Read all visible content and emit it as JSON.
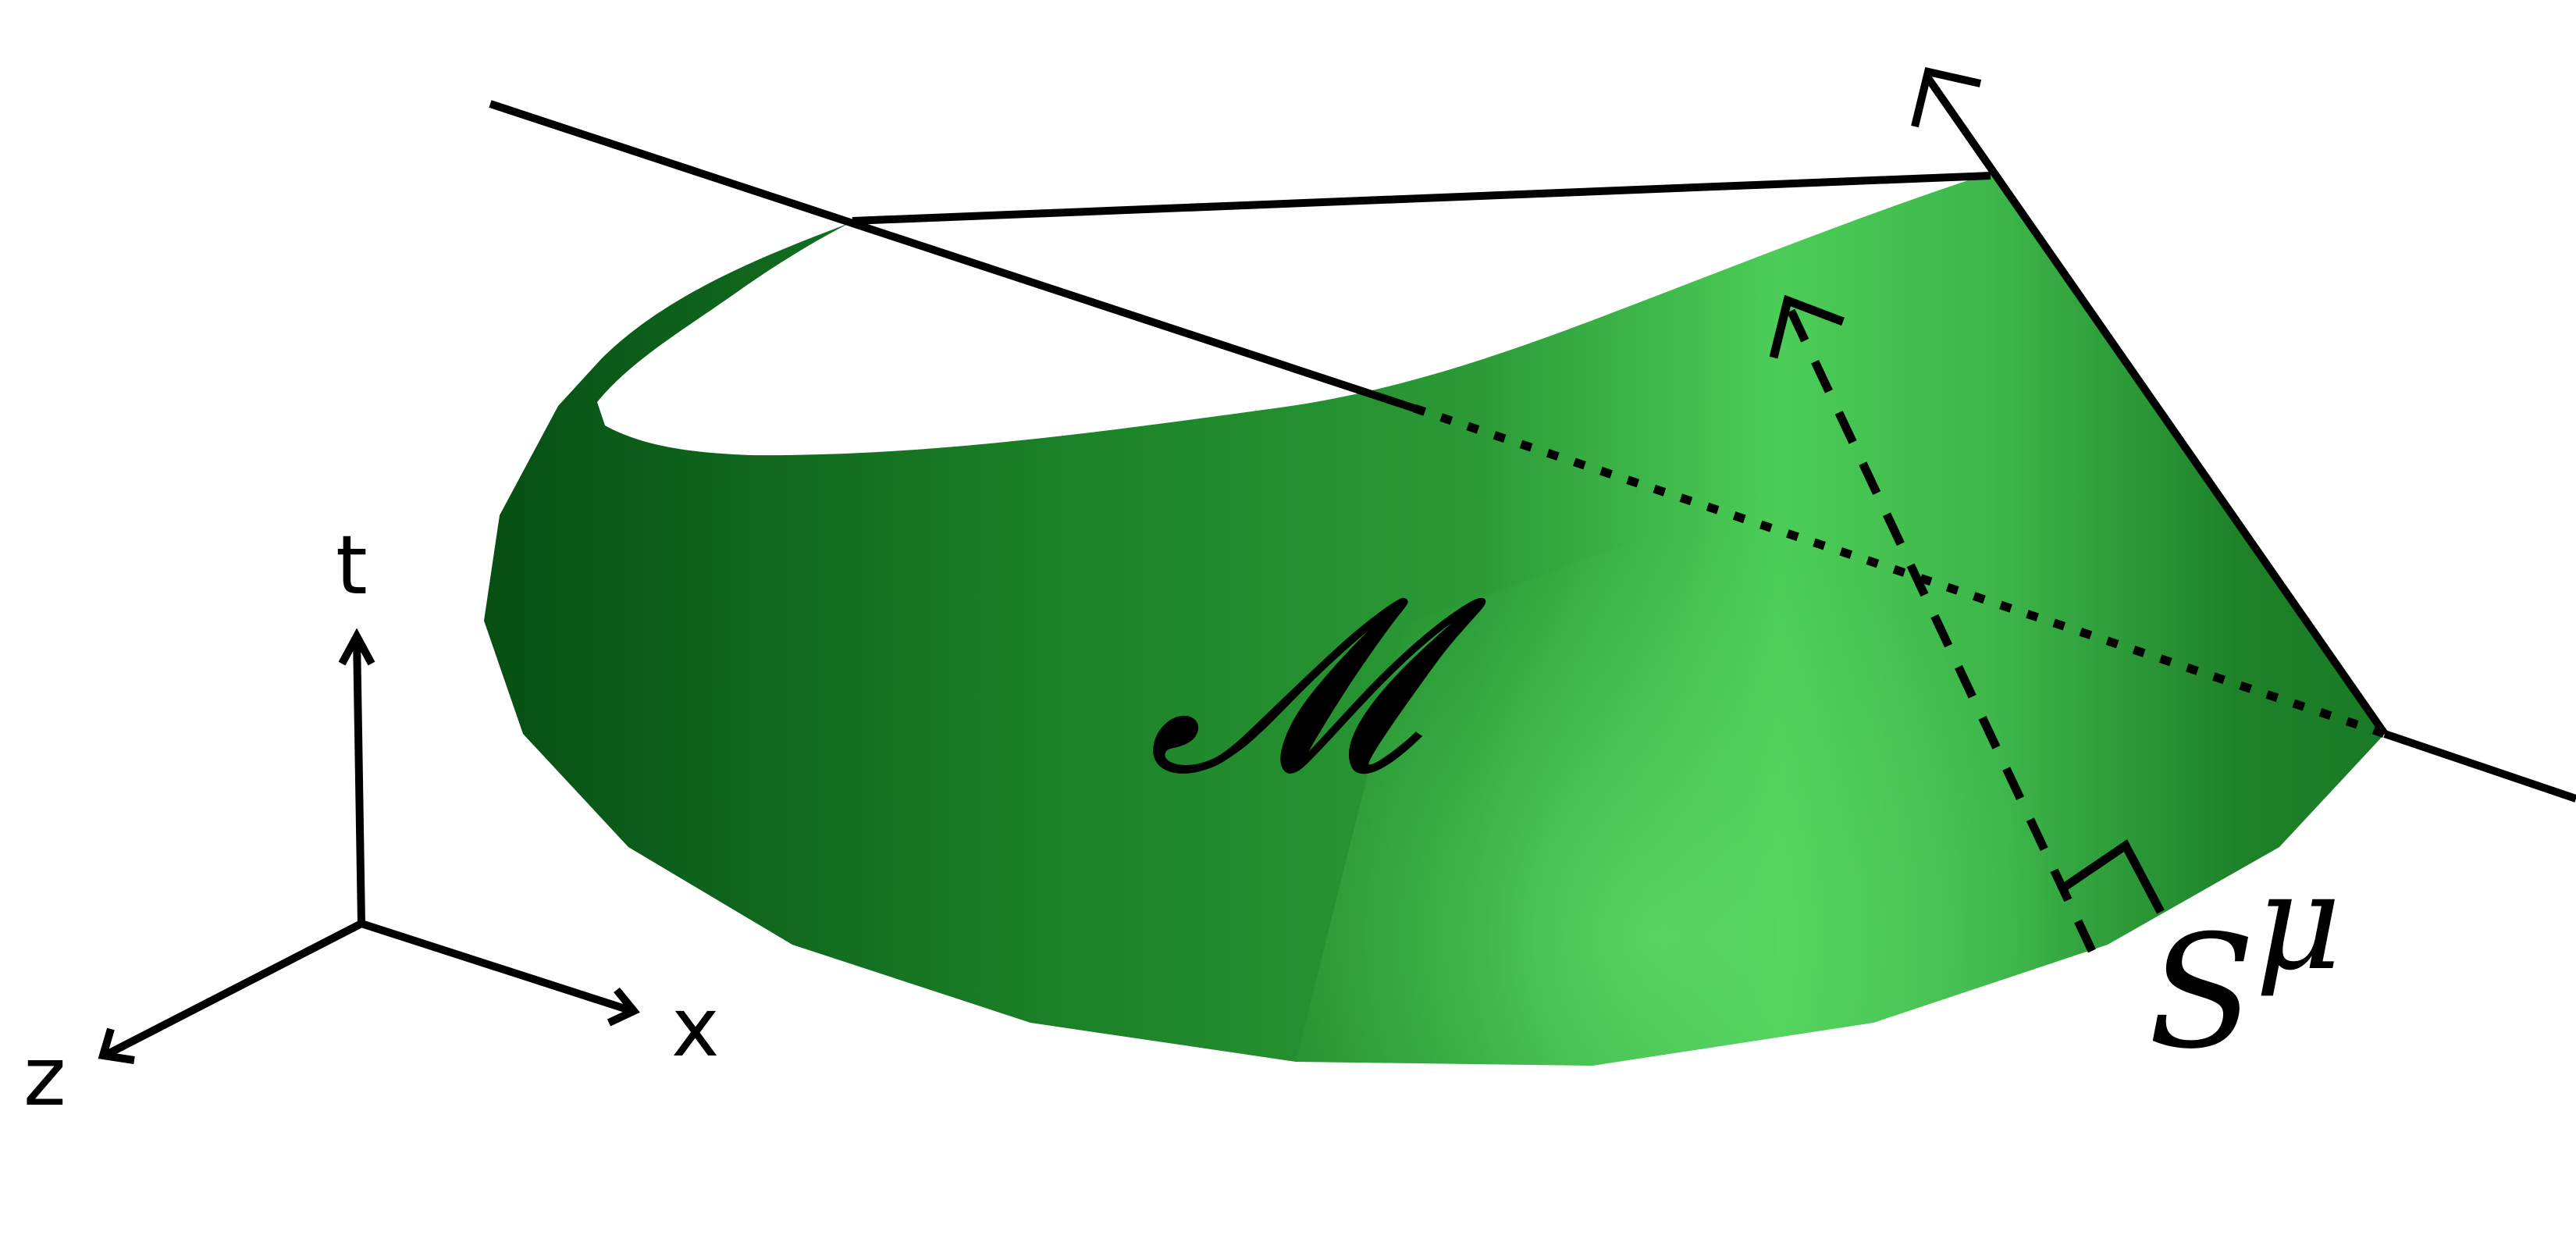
{
  "labels": {
    "manifold": "𝓜",
    "vector_base": "S",
    "vector_index": "μ"
  },
  "axes": {
    "t": "t",
    "x": "x",
    "z": "z"
  },
  "colors": {
    "surface_dark": "#064f14",
    "surface_mid": "#1f8a2c",
    "surface_light": "#55d25e",
    "line": "#000000",
    "background": "#ffffff"
  }
}
